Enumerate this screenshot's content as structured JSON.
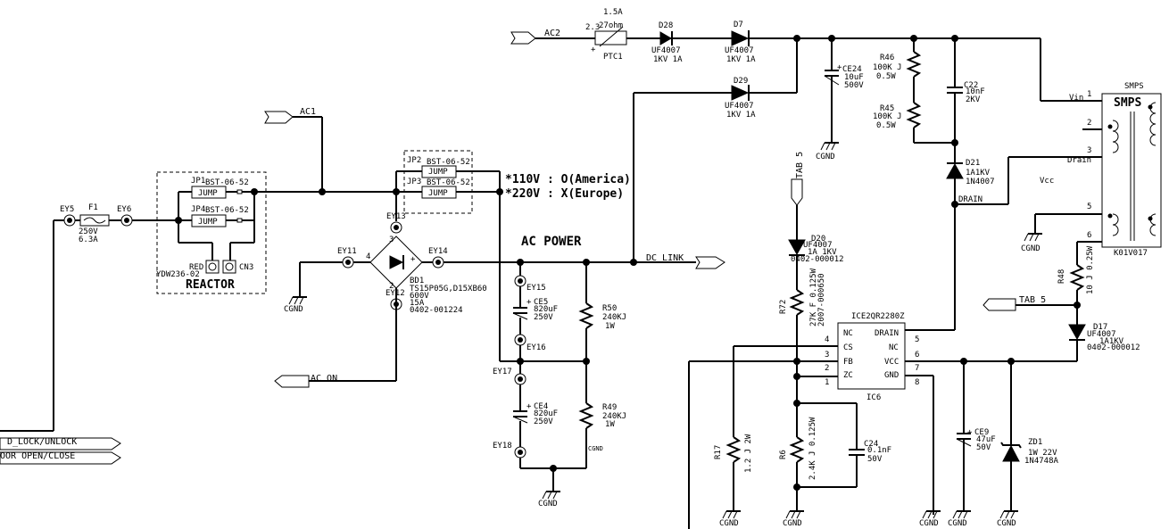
{
  "nets": {
    "ac2": "AC2",
    "ac1": "AC1",
    "ac_on": "AC ON",
    "dc_link": "DC LINK",
    "tab5_top": "TAB 5",
    "tab5_right": "TAB 5",
    "d_lock": "D_LOCK/UNLOCK",
    "door_open": "OOR OPEN/CLOSE",
    "vin": "Vin",
    "drain_right": "Drain",
    "vcc": "Vcc",
    "drain_net": "DRAIN"
  },
  "titles": {
    "ac_power": "AC POWER",
    "reactor": "REACTOR",
    "smps_top": "SMPS",
    "smps_box": "SMPS"
  },
  "notes": {
    "v110": "*110V : O(America)",
    "v220": "*220V : X(Europe)"
  },
  "ground": "CGND",
  "components": {
    "ptc": {
      "ref": "PTC1",
      "v1": "1.5A",
      "v2": "27ohm",
      "pin": "2.3"
    },
    "d28": {
      "ref": "D28",
      "v1": "UF4007",
      "v2": "1KV 1A"
    },
    "d7": {
      "ref": "D7",
      "v1": "UF4007",
      "v2": "1KV 1A"
    },
    "d29": {
      "ref": "D29",
      "v1": "UF4007",
      "v2": "1KV 1A"
    },
    "ce24": {
      "ref": "CE24",
      "v1": "10uF",
      "v2": "500V"
    },
    "r46": {
      "ref": "R46",
      "v1": "100K J",
      "v2": "0.5W"
    },
    "r45": {
      "ref": "R45",
      "v1": "100K J",
      "v2": "0.5W"
    },
    "c22": {
      "ref": "C22",
      "v1": "10nF",
      "v2": "2KV"
    },
    "d21": {
      "ref": "D21",
      "v1": "1A1KV",
      "v2": "1N4007"
    },
    "f1": {
      "ref": "F1",
      "v1": "250V",
      "v2": "6.3A"
    },
    "ey5": "EY5",
    "ey6": "EY6",
    "jp1": {
      "ref": "JP1",
      "v1": "BST-06-52",
      "body": "JUMP"
    },
    "jp4": {
      "ref": "JP4",
      "v1": "BST-06-52",
      "body": "JUMP"
    },
    "jp2": {
      "ref": "JP2",
      "v1": "BST-06-52",
      "body": "JUMP"
    },
    "jp3": {
      "ref": "JP3",
      "v1": "BST-06-52",
      "body": "JUMP"
    },
    "cn3": {
      "ref": "CN3",
      "v1": "RED",
      "v2": "YDW236-02"
    },
    "ey13": "EY13",
    "ey11": "EY11",
    "ey14": "EY14",
    "ey12": "EY12",
    "bd1": {
      "ref": "BD1",
      "v1": "TS15P05G,D15XB60",
      "v2": "600V",
      "v3": "15A",
      "v4": "0402-001224"
    },
    "ey15": "EY15",
    "ce5": {
      "ref": "CE5",
      "v1": "820uF",
      "v2": "250V"
    },
    "ey16": "EY16",
    "ey17": "EY17",
    "ce4": {
      "ref": "CE4",
      "v1": "820uF",
      "v2": "250V"
    },
    "ey18": "EY18",
    "r50": {
      "ref": "R50",
      "v1": "240KJ",
      "v2": "1W"
    },
    "r49": {
      "ref": "R49",
      "v1": "240KJ",
      "v2": "1W"
    },
    "d20": {
      "ref": "D20",
      "v1": "UF4007",
      "v2": "1A  1KV",
      "v3": "0402-000012"
    },
    "r72": {
      "ref": "R72",
      "v1": "27K F 0.125W",
      "v2": "2007-000650"
    },
    "ic6": {
      "ref": "IC6",
      "part": "ICE2QR2280Z",
      "left_pins": [
        {
          "name": "NC",
          "num": "4"
        },
        {
          "name": "CS",
          "num": "3"
        },
        {
          "name": "FB",
          "num": "2"
        },
        {
          "name": "ZC",
          "num": "1"
        }
      ],
      "right_pins": [
        {
          "name": "DRAIN",
          "num": "5"
        },
        {
          "name": "NC",
          "num": "6"
        },
        {
          "name": "VCC",
          "num": "7"
        },
        {
          "name": "GND",
          "num": "8"
        }
      ]
    },
    "r17": {
      "ref": "R17",
      "v1": "1.2 J 2W"
    },
    "r6": {
      "ref": "R6",
      "v1": "2.4K J 0.125W"
    },
    "c24": {
      "ref": "C24",
      "v1": "0.1nF",
      "v2": "50V"
    },
    "ce9": {
      "ref": "CE9",
      "v1": "47uF",
      "v2": "50V"
    },
    "zd1": {
      "ref": "ZD1",
      "v1": "1W 22V",
      "v2": "1N4748A"
    },
    "r48": {
      "ref": "R48",
      "v1": "10 J 0.25W"
    },
    "d17": {
      "ref": "D17",
      "v1": "UF4007",
      "v2": "1A1KV",
      "v3": "0402-000012"
    },
    "smps": {
      "ref": "K01V017",
      "pins": [
        "1",
        "2",
        "3",
        "5",
        "6"
      ]
    }
  }
}
